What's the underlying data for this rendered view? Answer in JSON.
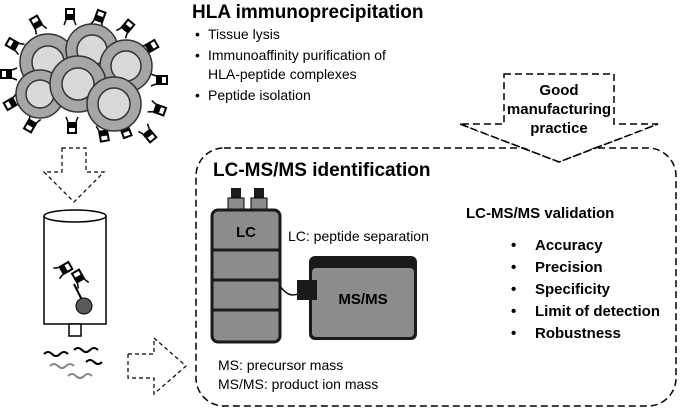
{
  "hla": {
    "title": "HLA immunoprecipitation",
    "bullets": [
      "Tissue lysis",
      "Immunoaffinity purification of",
      "HLA-peptide complexes",
      "Peptide isolation"
    ]
  },
  "gmp": {
    "lines": [
      "Good",
      "manufacturing",
      "practice"
    ]
  },
  "lcms": {
    "title": "LC-MS/MS identification",
    "lc_label": "LC",
    "lc_caption": "LC: peptide separation",
    "ms_label": "MS/MS",
    "ms_caption_1": "MS:  precursor mass",
    "ms_caption_2": "MS/MS:  product ion mass"
  },
  "validation": {
    "title": "LC-MS/MS validation",
    "items": [
      "Accuracy",
      "Precision",
      "Specificity",
      "Limit of detection",
      "Robustness"
    ]
  },
  "colors": {
    "cell_fill": "#a6a6a6",
    "cell_inner": "#d9d9d9",
    "instrument_fill": "#8c8c8c",
    "instrument_dark": "#1a1a1a"
  }
}
